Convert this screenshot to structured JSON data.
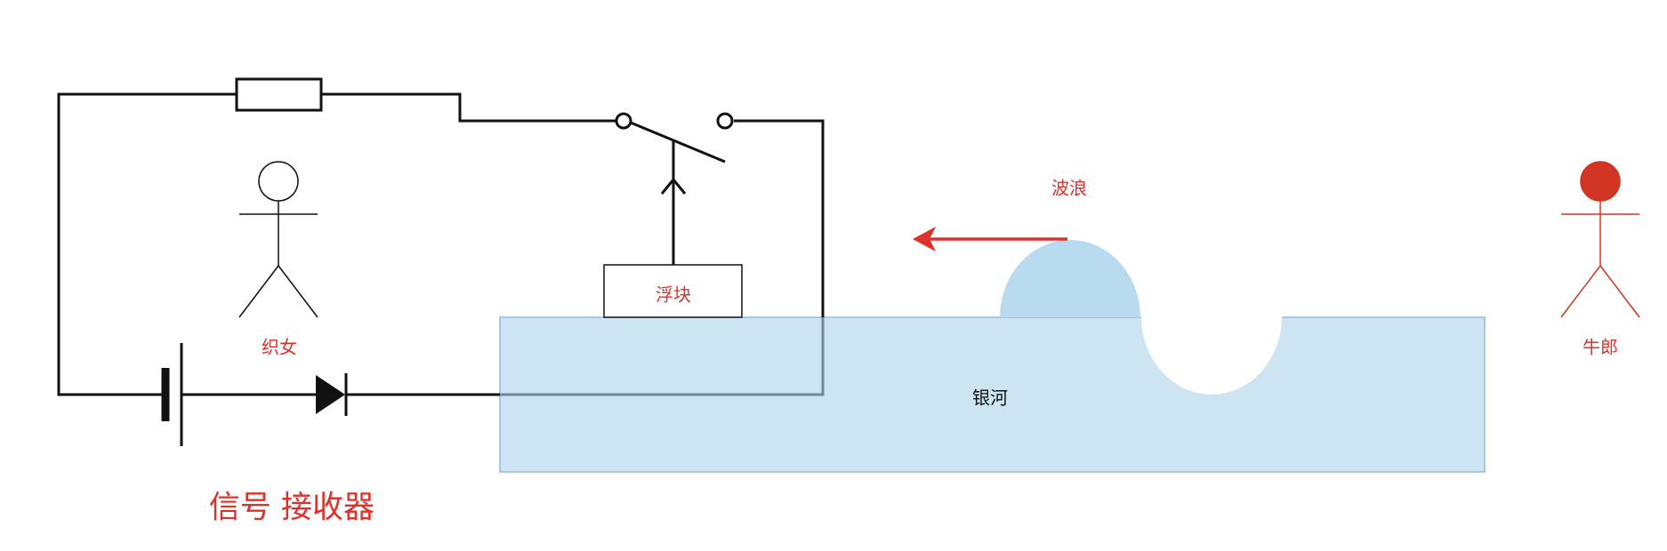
{
  "labels": {
    "weaver_girl": "织女",
    "cowherd": "牛郎",
    "float_block": "浮块",
    "wave": "波浪",
    "milky_way": "银河",
    "signal_receiver": "信号 接收器"
  },
  "colors": {
    "circuit_line": "#111111",
    "label_red": "#e0302a",
    "river_fill": "#cde4f3",
    "river_border": "#8fbcdc",
    "wave_crest": "#b9dbef",
    "arrow": "#e0302a",
    "cowherd_head": "#d23523"
  },
  "icons": {
    "resistor": "resistor-icon",
    "switch": "switch-icon",
    "battery": "battery-icon",
    "diode": "diode-icon"
  }
}
